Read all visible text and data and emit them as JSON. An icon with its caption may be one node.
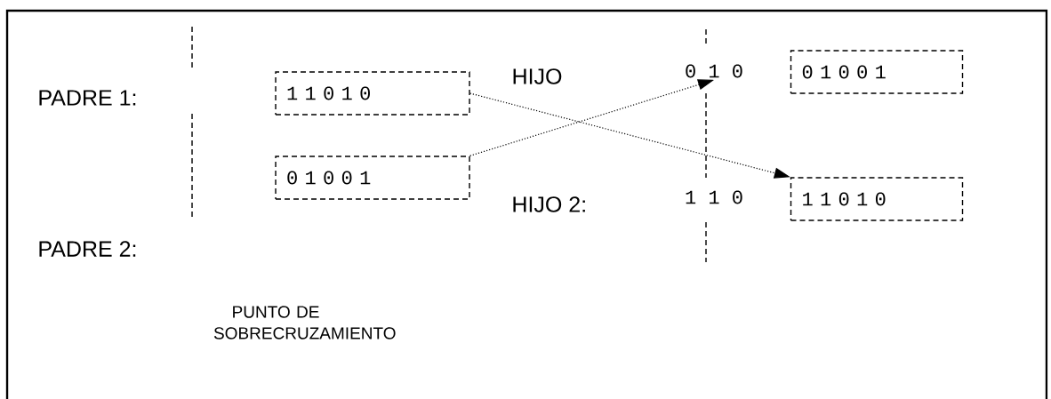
{
  "diagram": {
    "nodes": [
      {
        "text": [
          "1 1 0 1 0"
        ]
      },
      {
        "text": [
          "0 1 0 0 1"
        ]
      },
      {
        "text": [
          "0 1 0"
        ]
      },
      {
        "text": [
          "0 1 0 0 1"
        ]
      },
      {
        "text": [
          "1 1 0 1 0"
        ]
      }
    ],
    "edges": [
      {
        "from": 0,
        "to": 4,
        "arrow": "to"
      },
      {
        "from": 1,
        "to": 2,
        "arrow": "to"
      }
    ],
    "labels": [
      "PADRE 1:",
      "HIJO",
      "HIJO 2:",
      "1 1 0",
      "PADRE 2:",
      "PUNTO DE SOBRECRUZAMIENTO"
    ]
  }
}
